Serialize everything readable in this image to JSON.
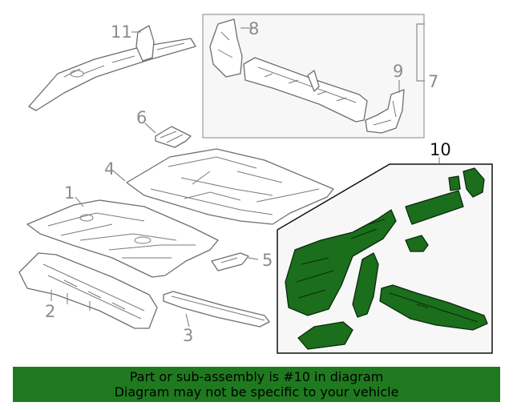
{
  "callouts": {
    "c1": "1",
    "c2": "2",
    "c3": "3",
    "c4": "4",
    "c5": "5",
    "c6": "6",
    "c7": "7",
    "c8": "8",
    "c9": "9",
    "c10": "10",
    "c11": "11"
  },
  "banner": {
    "line1": "Part or sub-assembly is #10 in diagram",
    "line2": "Diagram may not be specific to your vehicle"
  },
  "colors": {
    "highlight": "#1b6e1b",
    "banner": "#1f7a1f",
    "callout": "#8c8c8c"
  }
}
